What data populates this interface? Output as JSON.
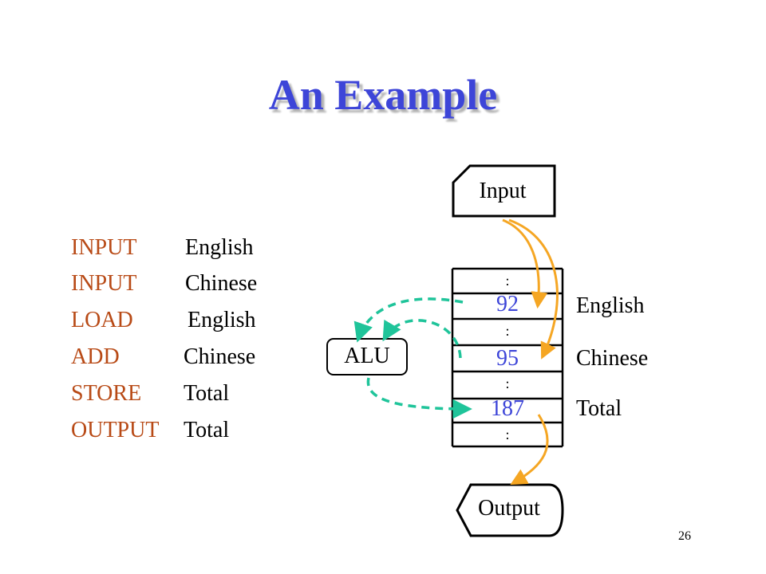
{
  "title": "An Example",
  "program": [
    {
      "op": "INPUT",
      "arg": "English"
    },
    {
      "op": "INPUT",
      "arg": "Chinese"
    },
    {
      "op": "LOAD",
      "arg": "English"
    },
    {
      "op": "ADD",
      "arg": "Chinese"
    },
    {
      "op": "STORE",
      "arg": "Total"
    },
    {
      "op": "OUTPUT",
      "arg": "Total"
    }
  ],
  "devices": {
    "input": "Input",
    "output": "Output",
    "alu": "ALU"
  },
  "memory": {
    "ellipsis": ":",
    "cells": [
      {
        "value": "92",
        "label": "English"
      },
      {
        "value": "95",
        "label": "Chinese"
      },
      {
        "value": "187",
        "label": "Total"
      }
    ]
  },
  "colors": {
    "title": "#3d45d8",
    "opcode": "#b84a16",
    "value": "#3d45d8",
    "io_arrow": "#f5a623",
    "alu_arrow": "#1fc49a"
  },
  "page_number": "26"
}
